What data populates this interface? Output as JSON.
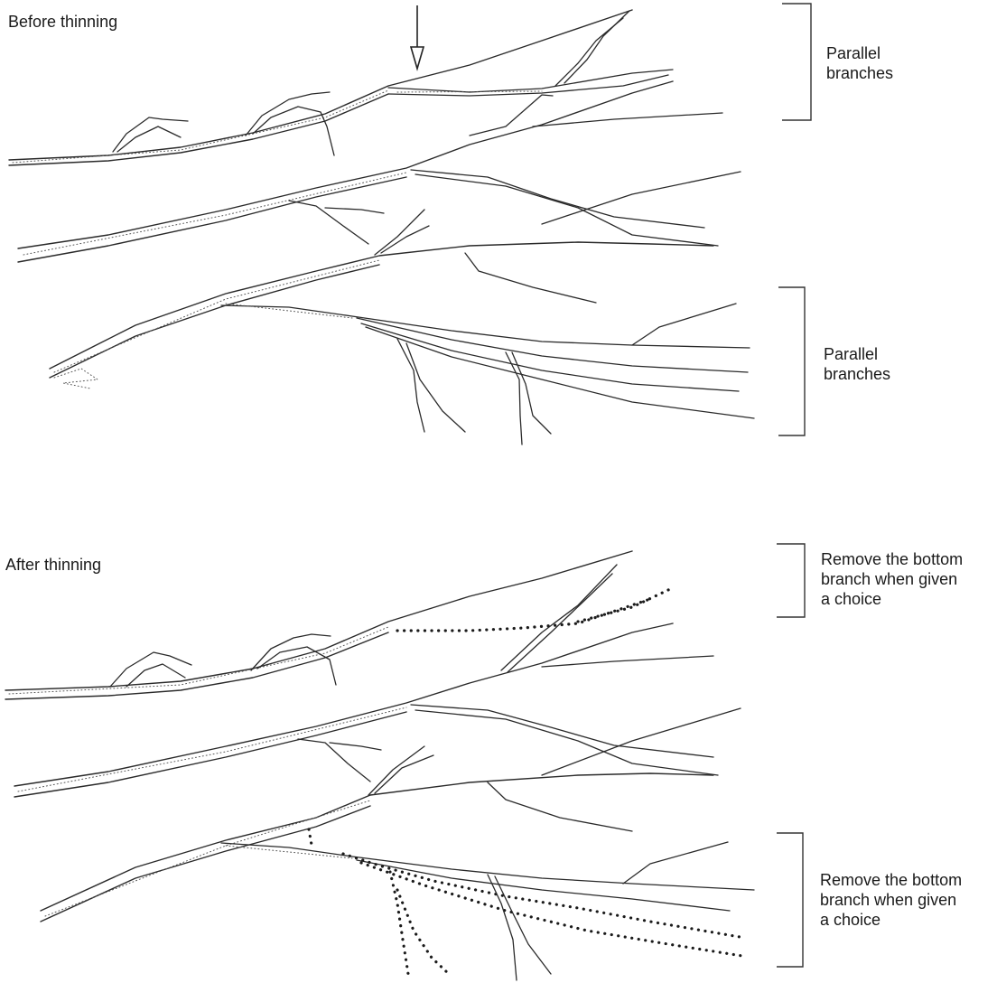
{
  "figure": {
    "before_panel": {
      "title": "Before thinning",
      "top_bracket_label": "Parallel\nbranches",
      "bottom_bracket_label": "Parallel\nbranches"
    },
    "after_panel": {
      "title": "After thinning",
      "top_bracket_label": "Remove the bottom\nbranch when given\na choice",
      "bottom_bracket_label": "Remove the bottom\nbranch when given\na choice"
    }
  },
  "legend_style": {
    "line_color": "#2a2a2a",
    "removed_branch_style": "dotted"
  }
}
